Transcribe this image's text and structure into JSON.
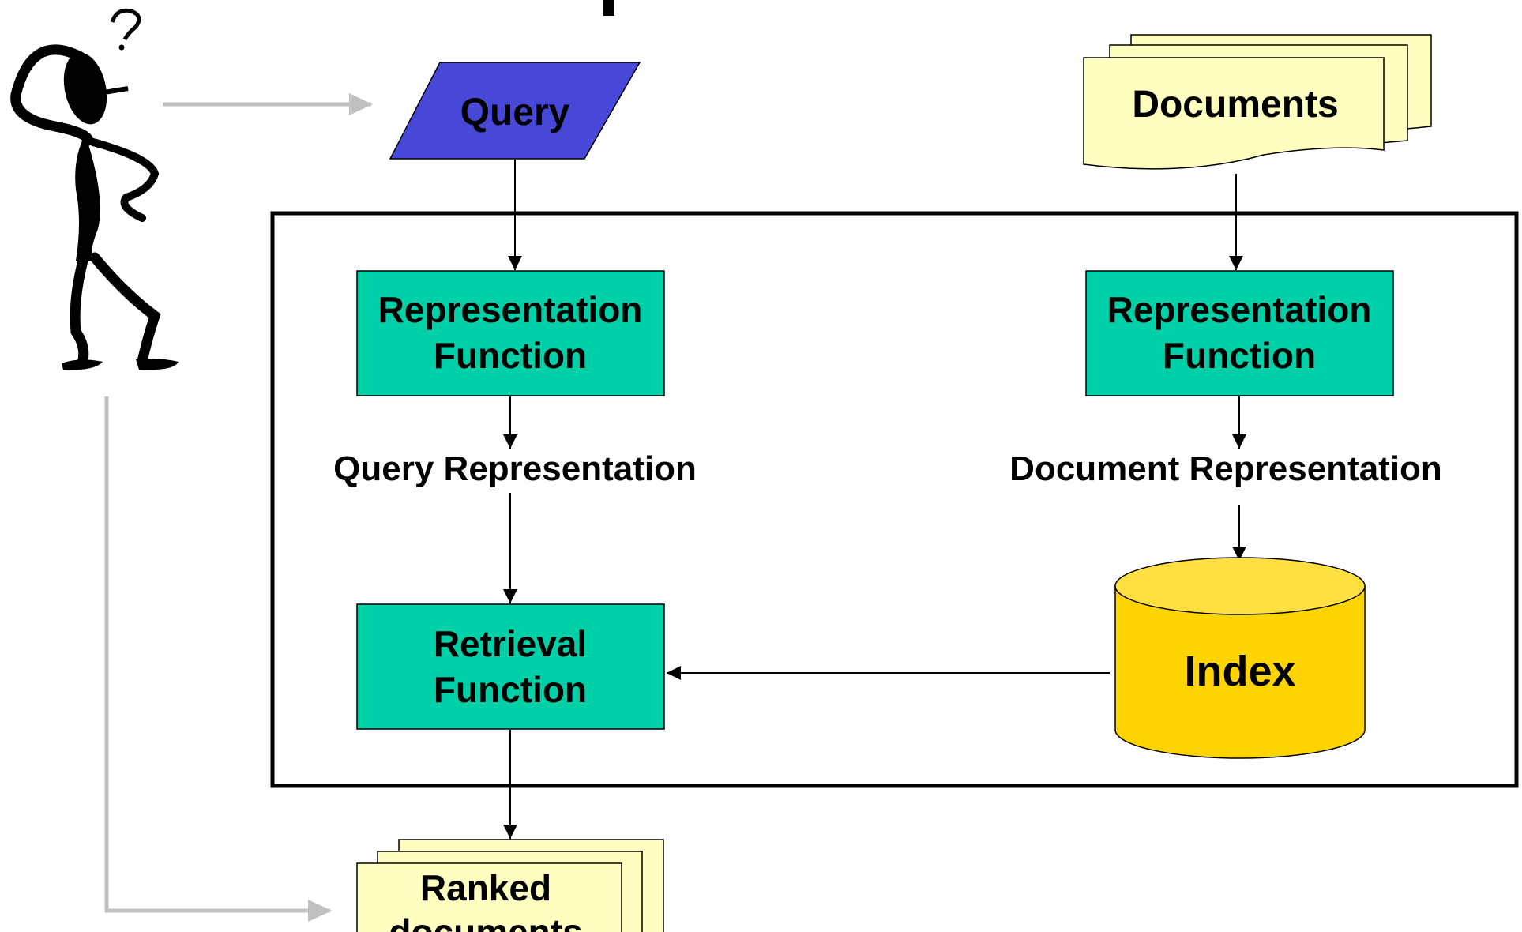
{
  "nodes": {
    "query": {
      "label": "Query",
      "color": "#4848d8"
    },
    "documents": {
      "label": "Documents",
      "color": "#ffffc0"
    },
    "query_rep_function": {
      "line1": "Representation",
      "line2": "Function",
      "color": "#00d0a8"
    },
    "doc_rep_function": {
      "line1": "Representation",
      "line2": "Function",
      "color": "#00d0a8"
    },
    "query_representation": {
      "label": "Query Representation"
    },
    "document_representation": {
      "label": "Document Representation"
    },
    "retrieval_function": {
      "line1": "Retrieval",
      "line2": "Function",
      "color": "#00d0a8"
    },
    "index": {
      "label": "Index",
      "color": "#ffd400"
    },
    "ranked_documents": {
      "line1": "Ranked",
      "line2": "documents",
      "color": "#ffffc0"
    }
  },
  "icons": {
    "user": "thinking-person-icon"
  }
}
